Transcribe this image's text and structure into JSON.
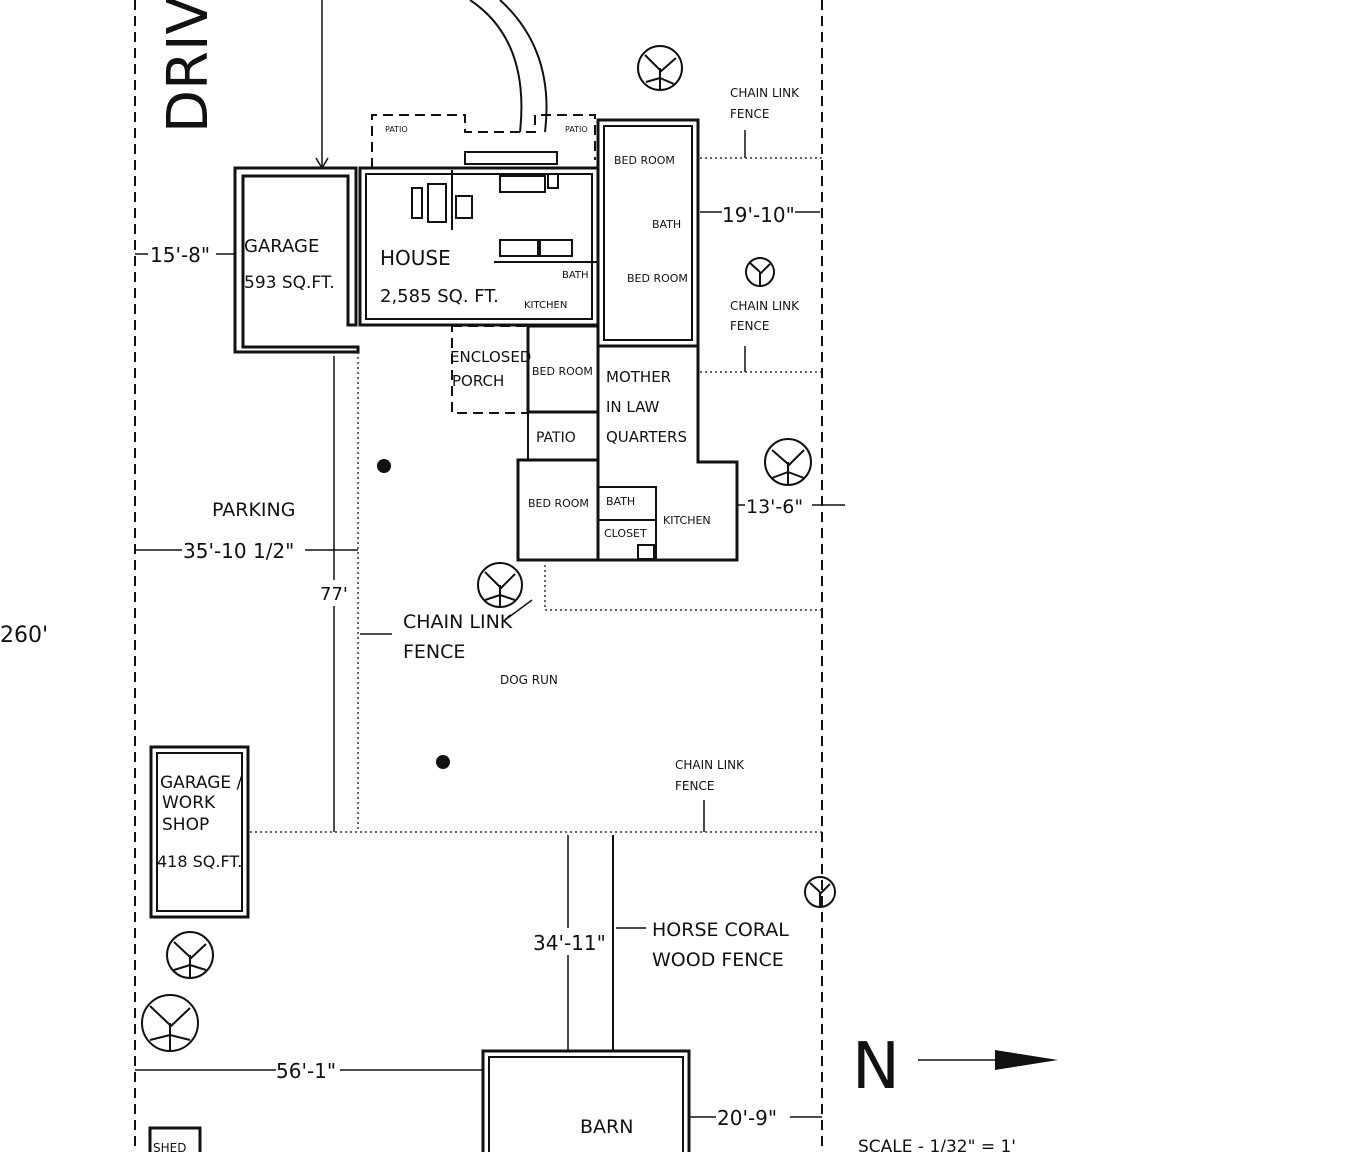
{
  "labels": {
    "drive": "DRIV",
    "patio_left": "PATIO",
    "patio_right": "PATIO",
    "garage": "GARAGE",
    "garage_sqft": "593 SQ.FT.",
    "house": "HOUSE",
    "house_sqft": "2,585 SQ. FT.",
    "bath_house": "BATH",
    "kitchen_house": "KITCHEN",
    "bedroom_top": "BED ROOM",
    "bath_wing": "BATH",
    "bedroom_mid": "BED ROOM",
    "enclosed_1": "ENCLOSED",
    "enclosed_2": "PORCH",
    "bedroom_small": "BED ROOM",
    "mil_1": "MOTHER",
    "mil_2": "IN LAW",
    "mil_3": "QUARTERS",
    "patio_mid": "PATIO",
    "bedroom_mil": "BED ROOM",
    "bath_mil": "BATH",
    "closet_mil": "CLOSET",
    "kitchen_mil": "KITCHEN",
    "parking": "PARKING",
    "fence_a_1": "CHAIN LINK",
    "fence_a_2": "FENCE",
    "fence_b_1": "CHAIN LINK",
    "fence_b_2": "FENCE",
    "fence_c_1": "CHAIN LINK",
    "fence_c_2": "FENCE",
    "fence_d_1": "CHAIN LINK",
    "fence_d_2": "FENCE",
    "dog_run": "DOG RUN",
    "workshop_1": "GARAGE /",
    "workshop_2": "WORK",
    "workshop_3": "SHOP",
    "workshop_sqft": "418 SQ.FT.",
    "horse_1": "HORSE CORAL",
    "horse_2": "WOOD FENCE",
    "barn": "BARN",
    "shed": "SHED",
    "north": "N",
    "scale": "SCALE - 1/32\" = 1'"
  },
  "dimensions": {
    "lot_depth": "260'",
    "garage_side": "15'-8\"",
    "wing_side": "19'-10\"",
    "mil_side": "13'-6\"",
    "parking_width": "35'-10 1/2\"",
    "parking_depth": "77'",
    "corral_depth": "34'-11\"",
    "barn_left": "56'-1\"",
    "barn_right": "20'-9\""
  }
}
